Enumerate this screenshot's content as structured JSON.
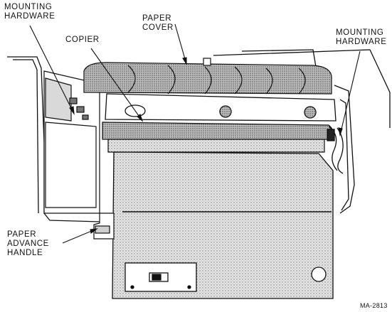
{
  "labels": {
    "mounting_hardware_left": "MOUNTING\nHARDWARE",
    "paper_cover": "PAPER\nCOVER",
    "copier": "COPIER",
    "mounting_hardware_right": "MOUNTING\nHARDWARE",
    "paper_advance_handle": "PAPER\nADVANCE\nHANDLE"
  },
  "figure_number": "MA-2813"
}
